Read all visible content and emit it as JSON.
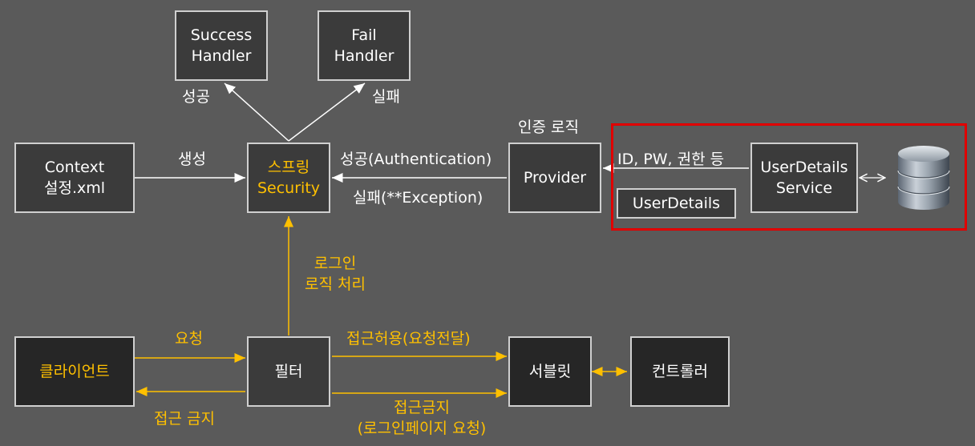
{
  "boxes": {
    "success_handler": "Success\nHandler",
    "fail_handler": "Fail\nHandler",
    "context": "Context\n설정.xml",
    "spring_security": "스프링\nSecurity",
    "provider": "Provider",
    "user_details_service": "UserDetails\nService",
    "user_details": "UserDetails",
    "client": "클라이언트",
    "filter": "필터",
    "servlet": "서블릿",
    "controller": "컨트롤러"
  },
  "labels": {
    "success": "성공",
    "fail": "실패",
    "create": "생성",
    "auth_logic": "인증 로직",
    "success_auth": "성공(Authentication)",
    "fail_exception": "실패(**Exception)",
    "id_pw_role": "ID, PW, 권한 등",
    "login_logic": "로그인\n로직 처리",
    "request": "요청",
    "access_denied": "접근 금지",
    "access_allowed": "접근허용(요청전달)",
    "access_forbidden_login": "접근금지\n(로그인페이지 요청)"
  },
  "colors": {
    "background": "#5a5a5a",
    "box_fill": "#3b3b3b",
    "box_fill_dark": "#262626",
    "box_border": "#d0d0d0",
    "highlight_text": "#ffc000",
    "red_frame": "#e00000"
  },
  "icons": {
    "database": "database-icon"
  }
}
